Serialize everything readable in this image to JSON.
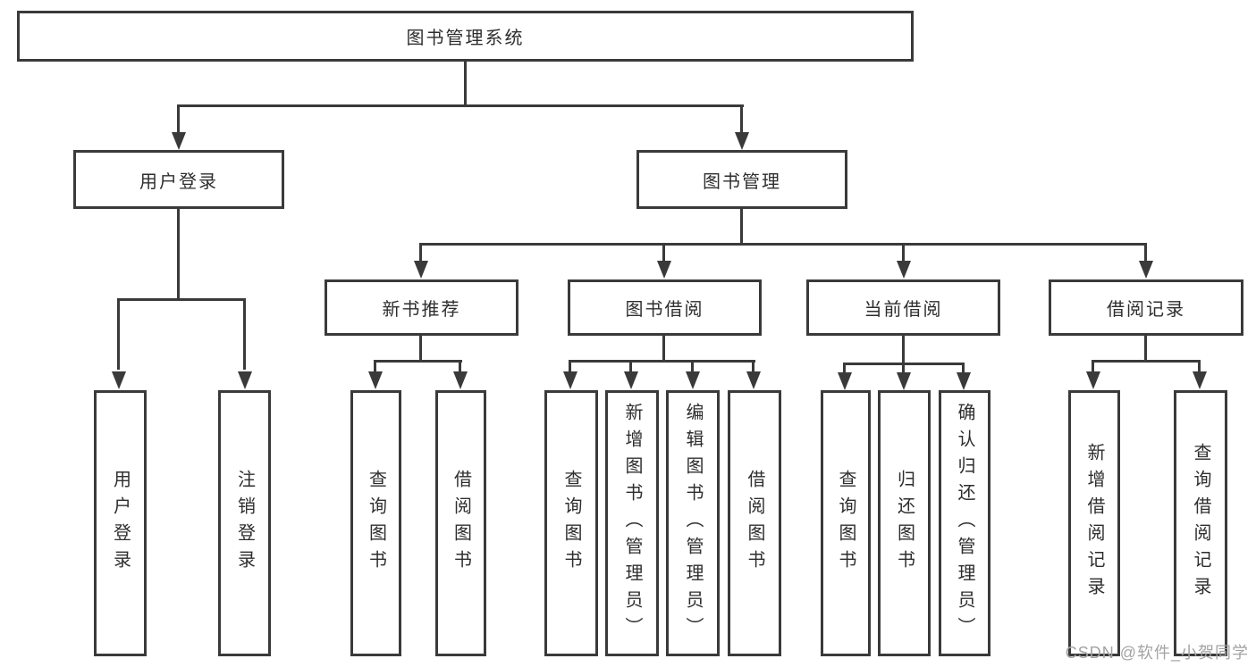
{
  "tree": {
    "root": {
      "label": "图书管理系统"
    },
    "branches": [
      {
        "label": "用户登录",
        "children": [
          {
            "label": "用户登录"
          },
          {
            "label": "注销登录"
          }
        ]
      },
      {
        "label": "图书管理",
        "children": [
          {
            "label": "新书推荐",
            "children": [
              {
                "label": "查询图书"
              },
              {
                "label": "借阅图书"
              }
            ]
          },
          {
            "label": "图书借阅",
            "children": [
              {
                "label": "查询图书"
              },
              {
                "label": "新增图书（管理员）"
              },
              {
                "label": "编辑图书（管理员）"
              },
              {
                "label": "借阅图书"
              }
            ]
          },
          {
            "label": "当前借阅",
            "children": [
              {
                "label": "查询图书"
              },
              {
                "label": "归还图书"
              },
              {
                "label": "确认归还（管理员）"
              }
            ]
          },
          {
            "label": "借阅记录",
            "children": [
              {
                "label": "新增借阅记录"
              },
              {
                "label": "查询借阅记录"
              }
            ]
          }
        ]
      }
    ]
  },
  "watermark": {
    "text": "CSDN @软件_小贺同学"
  },
  "colors": {
    "line": "#3a3a3a",
    "text": "#2e2e2e",
    "box_bg": "#ffffff",
    "watermark": "#a3a3a3",
    "background": "#ffffff"
  }
}
